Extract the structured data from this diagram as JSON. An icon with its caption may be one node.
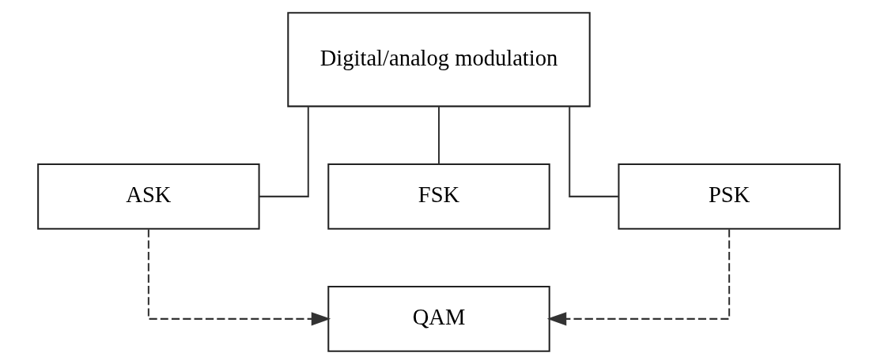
{
  "diagram": {
    "nodes": [
      {
        "text": [
          "Digital/analog modulation"
        ]
      },
      {
        "text": [
          "ASK"
        ]
      },
      {
        "text": [
          "FSK"
        ]
      },
      {
        "text": [
          "PSK"
        ]
      },
      {
        "text": [
          "QAM"
        ]
      }
    ],
    "edges": [
      {
        "from": 0,
        "to": 1,
        "arrow": "none"
      },
      {
        "from": 0,
        "to": 2,
        "arrow": "none"
      },
      {
        "from": 0,
        "to": 3,
        "arrow": "none"
      },
      {
        "from": 1,
        "to": 4,
        "arrow": "to",
        "style": "dashed"
      },
      {
        "from": 3,
        "to": 4,
        "arrow": "to",
        "style": "dashed"
      }
    ]
  }
}
